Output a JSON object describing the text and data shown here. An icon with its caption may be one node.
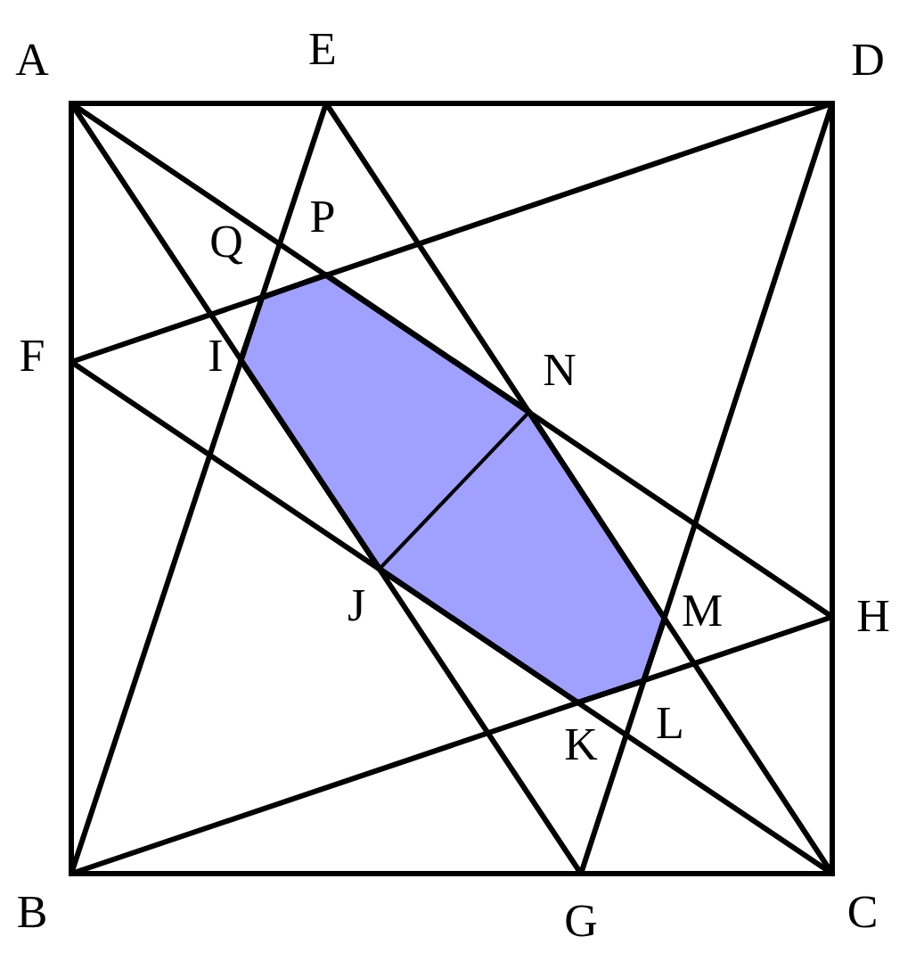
{
  "diagram": {
    "labels": [
      "A",
      "E",
      "D",
      "Q",
      "P",
      "F",
      "I",
      "N",
      "J",
      "M",
      "H",
      "K",
      "L",
      "B",
      "G",
      "C"
    ]
  }
}
